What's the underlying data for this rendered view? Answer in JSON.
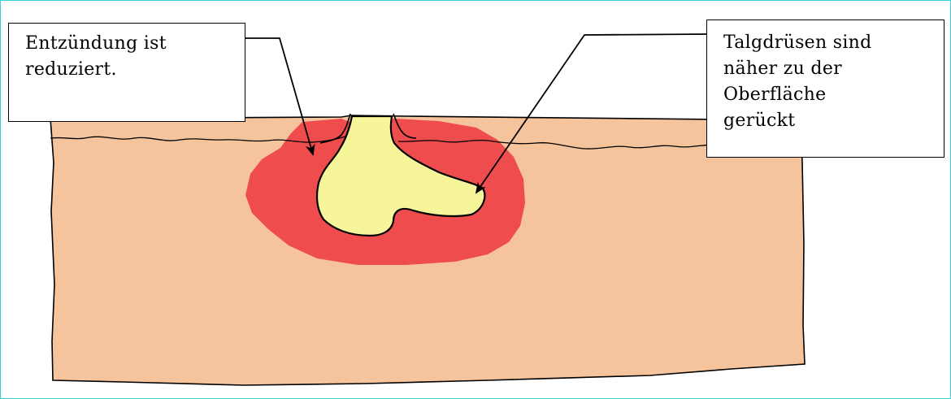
{
  "colors": {
    "frame": "#3ad0d6",
    "skin": "#f5c49c",
    "inflammation": "#ef4c4e",
    "sebaceous_gland": "#f7f59a",
    "outline": "#000000"
  },
  "callouts": {
    "inflammation": {
      "lines": [
        "Entzündung ist",
        "reduziert."
      ]
    },
    "sebaceous_glands": {
      "lines": [
        "Talgdrüsen sind",
        "näher zu der",
        "Oberfläche",
        "gerückt"
      ]
    }
  }
}
